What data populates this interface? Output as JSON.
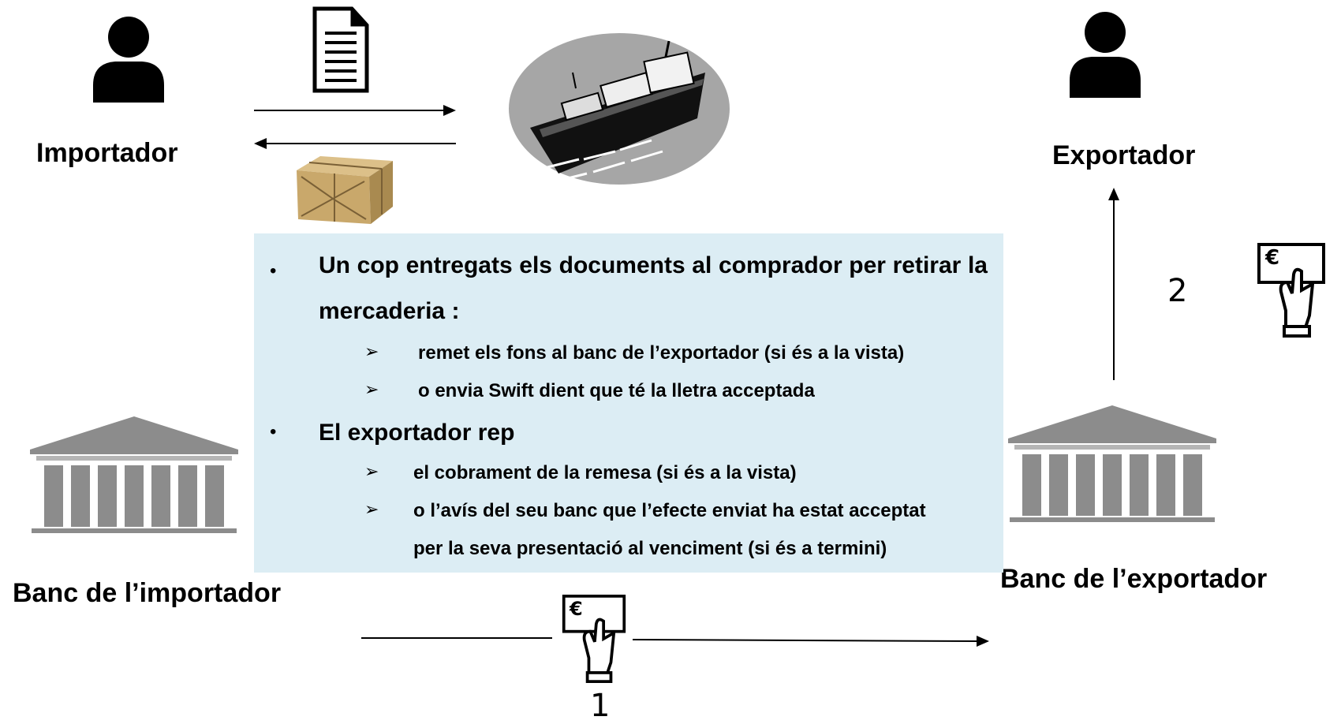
{
  "actors": {
    "importer": "Importador",
    "exporter": "Exportador",
    "importer_bank": "Banc de l’importador",
    "exporter_bank": "Banc de l’exportador"
  },
  "flow_numbers": {
    "payment_between_banks": "1",
    "bank_to_exporter": "2"
  },
  "currency_symbol": "€",
  "info": {
    "point1": "Un cop entregats els documents al comprador per retirar la mercaderia :",
    "point1_subs": [
      "remet els fons al banc de l’exportador (si és a la vista)",
      "o envia Swift dient que té la lletra acceptada"
    ],
    "point2": "El exportador rep",
    "point2_subs": [
      "el cobrament de la remesa (si és a la vista)",
      "o l’avís del seu banc que l’efecte enviat ha  estat acceptat",
      "per la seva presentació al venciment (si és a termini)"
    ]
  },
  "colors": {
    "box_fill": "#dcedf4",
    "bank_gray": "#8c8c8c",
    "ship_ellipse": "#a6a6a6",
    "package": "#c9a86b"
  },
  "icons": [
    "person-icon",
    "document-icon",
    "ship-icon",
    "package-icon",
    "bank-icon",
    "euro-bill-hand-icon"
  ]
}
